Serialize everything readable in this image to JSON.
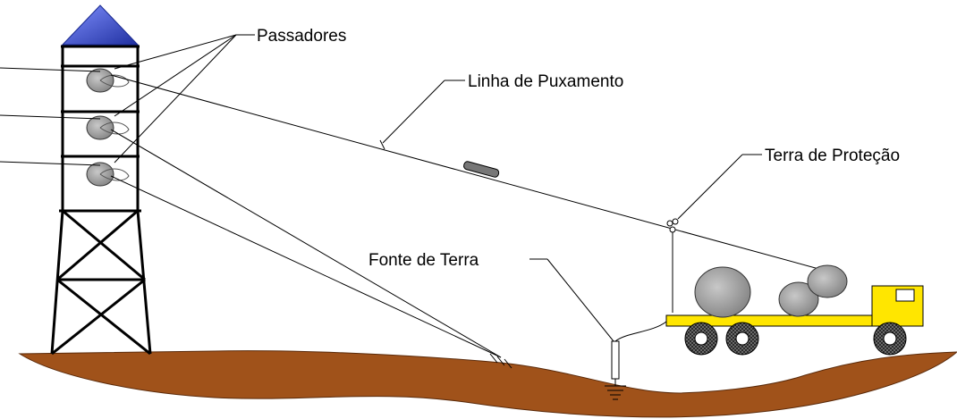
{
  "labels": {
    "passadores": "Passadores",
    "linha_puxamento": "Linha de Puxamento",
    "terra_protecao": "Terra de Proteção",
    "fonte_terra": "Fonte de Terra"
  },
  "colors": {
    "ground": "#a0521a",
    "tower_cap": "#4a5fd8",
    "truck_body": "#ffe600",
    "reel": "#9a9a9a",
    "wheel": "#2a2a2a",
    "line": "#000000"
  }
}
